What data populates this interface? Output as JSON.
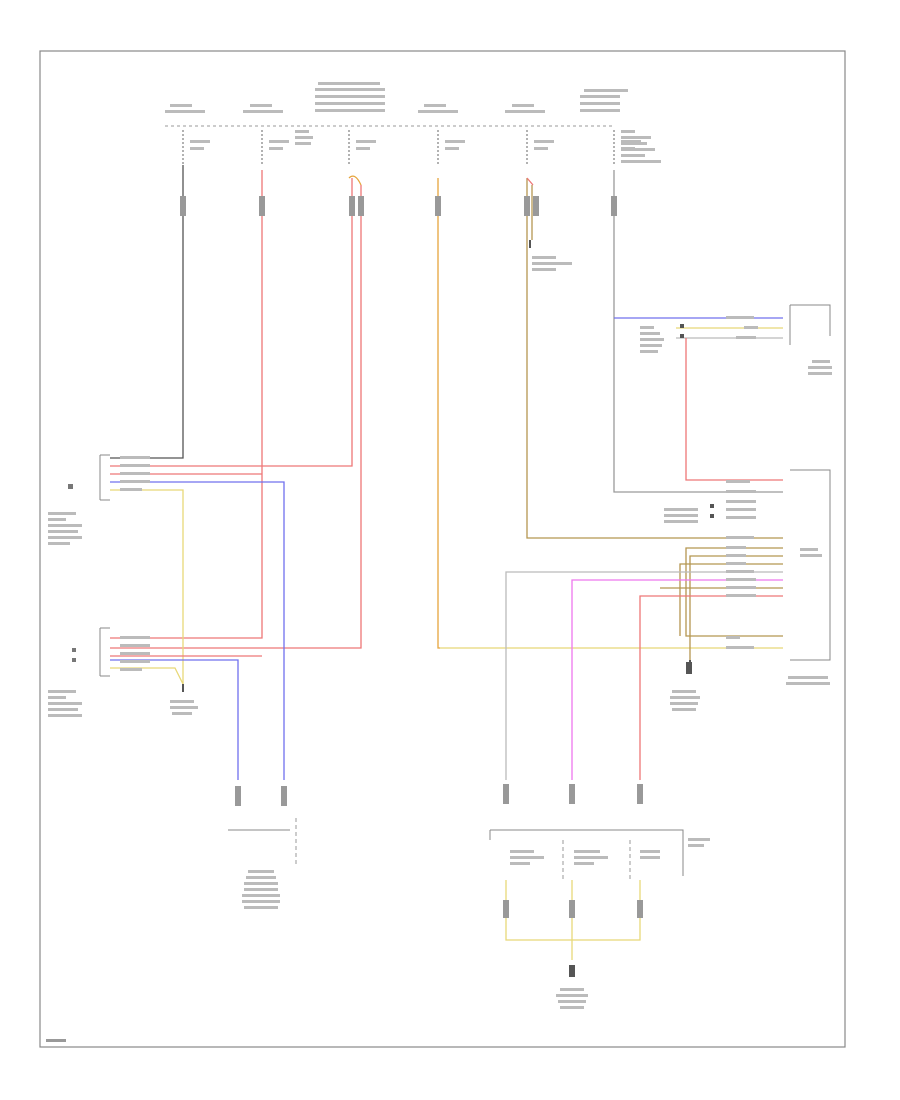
{
  "diagram": {
    "footer_code": "",
    "colors": {
      "black": "#555555",
      "red": "#ee7777",
      "yellow": "#e8d878",
      "orange": "#e6a53c",
      "brown": "#b59650",
      "blue": "#7070ee",
      "pink": "#ee77ee",
      "gray": "#9a9a9a",
      "frame": "#888888"
    },
    "wire_colors": [
      "red",
      "yellow",
      "orange",
      "blue",
      "pink",
      "brown",
      "gray",
      "black"
    ]
  }
}
